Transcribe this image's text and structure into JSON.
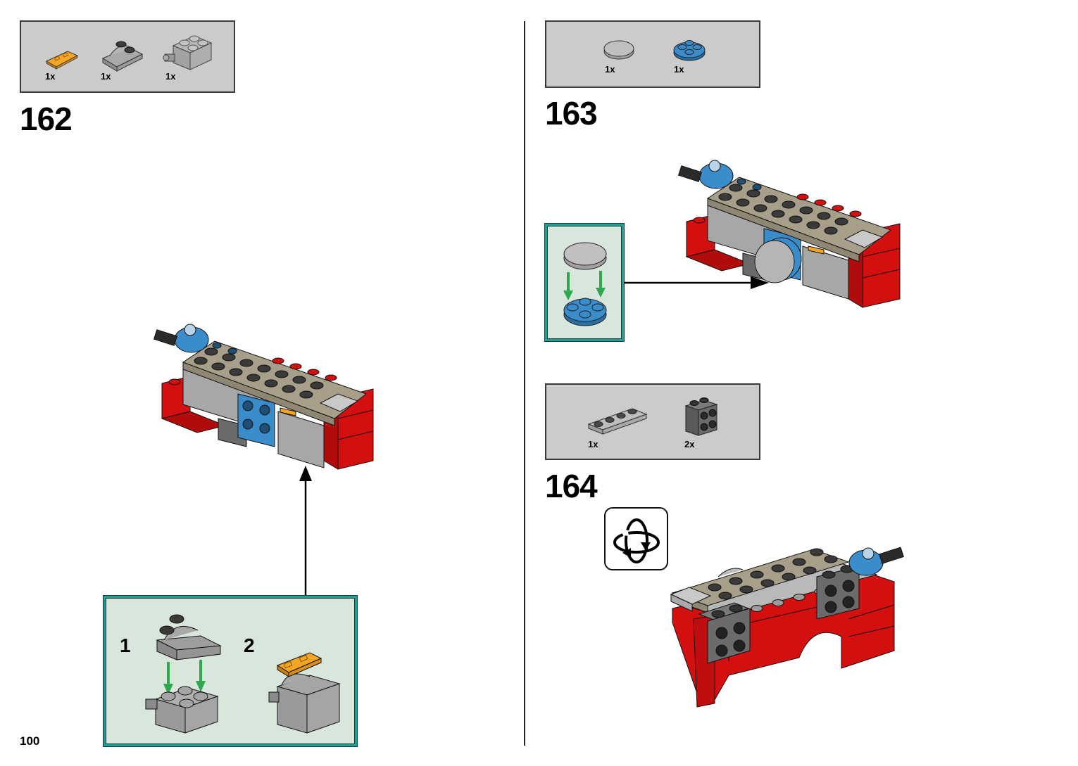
{
  "page": {
    "number": "100"
  },
  "colors": {
    "parts_bg": "#cbcbcb",
    "callout_bg": "#d9e6dc",
    "callout_border": "#1f9e96",
    "brick_red": "#d40f0f",
    "brick_tan": "#a89f8b",
    "brick_lightgray": "#a7a7a7",
    "brick_darkgray": "#6b6b6b",
    "brick_blue": "#3b8ccb",
    "tile_yellow": "#f5a623",
    "arrow_green": "#2ea84f"
  },
  "steps": [
    {
      "number": "162",
      "parts": [
        {
          "name": "yellow-printed-tile-1x2",
          "qty": "1x"
        },
        {
          "name": "gray-curved-slope-2x2",
          "qty": "1x"
        },
        {
          "name": "gray-brick-2x2-with-ball-joint",
          "qty": "1x"
        }
      ],
      "callout": {
        "substeps": [
          {
            "number": "1",
            "description": "attach curved slope onto brick"
          },
          {
            "number": "2",
            "description": "attach yellow tile on top"
          }
        ]
      }
    },
    {
      "number": "163",
      "parts": [
        {
          "name": "gray-round-tile-2x2",
          "qty": "1x"
        },
        {
          "name": "blue-round-plate-2x2",
          "qty": "1x"
        }
      ],
      "callout": {
        "substeps": [
          {
            "number": "",
            "description": "attach round tile onto round plate"
          }
        ]
      }
    },
    {
      "number": "164",
      "parts": [
        {
          "name": "gray-plate-1x4",
          "qty": "1x"
        },
        {
          "name": "dark-gray-bracket-1x2-2x2",
          "qty": "2x"
        }
      ],
      "icons": [
        {
          "name": "rotate-model-icon"
        }
      ]
    }
  ]
}
